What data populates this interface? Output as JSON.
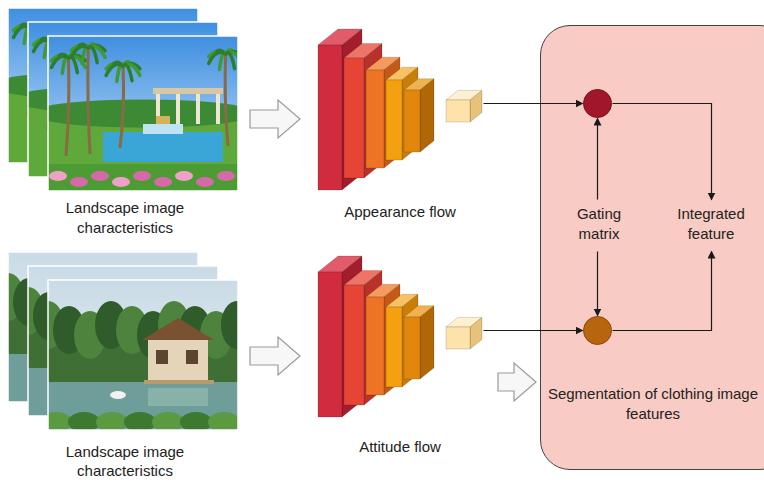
{
  "diagram": {
    "nodes": [
      {
        "text": [
          "Gating matrix",
          "Integrated feature",
          "Segmentation of clothing image features"
        ]
      }
    ],
    "labels": [
      "Landscape image characteristics",
      "Appearance flow",
      "Landscape image characteristics",
      "Attitude flow"
    ]
  }
}
